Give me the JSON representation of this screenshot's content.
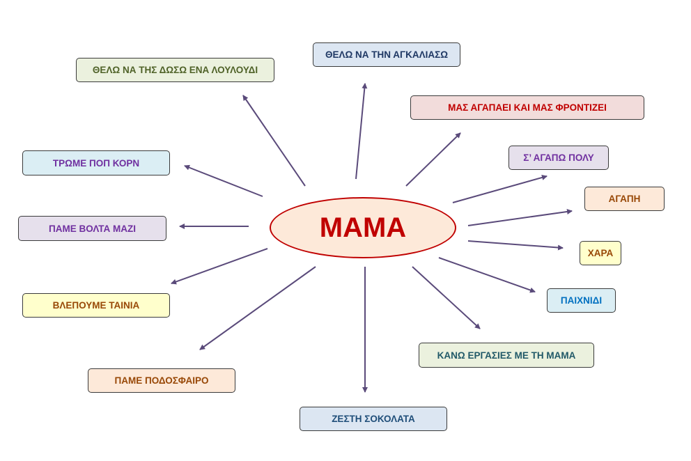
{
  "center": {
    "label": "ΜΑΜΑ",
    "color": "#c00000",
    "fill": "#fde9d9"
  },
  "arrow_color": "#5a4a7a",
  "nodes": [
    {
      "label": "ΘΕΛΩ ΝΑ ΤΗΣ ΔΩΣΩ ΕΝΑ ΛΟΥΛΟΥΔΙ",
      "bg": "#ebf1de",
      "fg": "#4f6228"
    },
    {
      "label": "ΘΕΛΩ ΝΑ ΤΗΝ ΑΓΚΑΛΙΑΣΩ",
      "bg": "#dce6f2",
      "fg": "#1f3864"
    },
    {
      "label": "ΜΑΣ ΑΓΑΠΑΕΙ ΚΑΙ ΜΑΣ ΦΡΟΝΤΙΖΕΙ",
      "bg": "#f2dcdb",
      "fg": "#c00000"
    },
    {
      "label": "Σ’ ΑΓΑΠΩ ΠΟΛΥ",
      "bg": "#e6e0ec",
      "fg": "#7030a0"
    },
    {
      "label": "ΑΓΑΠΗ",
      "bg": "#fde9d9",
      "fg": "#984807"
    },
    {
      "label": "ΧΑΡΑ",
      "bg": "#ffffcc",
      "fg": "#984807"
    },
    {
      "label": "ΠΑΙΧΝΙΔΙ",
      "bg": "#dbeef4",
      "fg": "#0070c0"
    },
    {
      "label": "ΚΑΝΩ ΕΡΓΑΣΙΕΣ ΜΕ ΤΗ ΜΑΜΑ",
      "bg": "#ebf1de",
      "fg": "#215968"
    },
    {
      "label": "ΖΕΣΤΗ ΣΟΚΟΛΑΤΑ",
      "bg": "#dce6f2",
      "fg": "#1f4e79"
    },
    {
      "label": "ΠΑΜΕ ΠΟΔΟΣΦΑΙΡΟ",
      "bg": "#fde9d9",
      "fg": "#984807"
    },
    {
      "label": "ΒΛΕΠΟΥΜΕ ΤΑΙΝΙΑ",
      "bg": "#ffffcc",
      "fg": "#984807"
    },
    {
      "label": "ΠΑΜΕ ΒΟΛΤΑ ΜΑΖΙ",
      "bg": "#e6e0ec",
      "fg": "#7030a0"
    },
    {
      "label": "ΤΡΩΜΕ ΠΟΠ ΚΟΡΝ",
      "bg": "#dbeef4",
      "fg": "#7030a0"
    }
  ]
}
